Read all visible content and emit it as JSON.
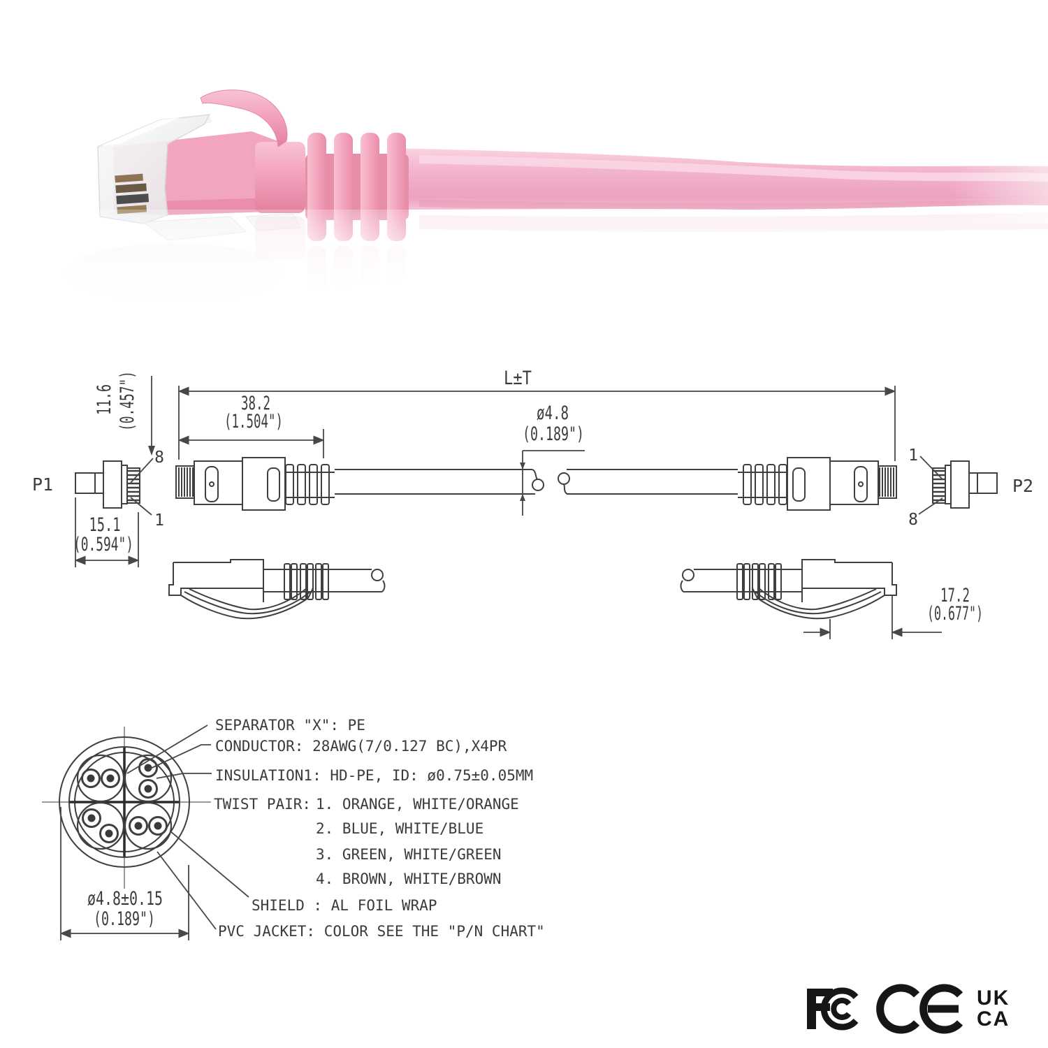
{
  "photo": {
    "subject": "pink-snagless-rj45-patch-cable-closeup",
    "colors": {
      "boot_pink": "#f2a0ba",
      "boot_highlight": "#f8c3d3",
      "boot_shadow": "#e2809e",
      "cable_pink": "#f2b5cd",
      "connector_clear": "#f0f2f4",
      "contacts_gold": "#7c5f38"
    }
  },
  "diagram": {
    "connector_labels": {
      "p1": "P1",
      "p2": "P2"
    },
    "pin_labels": {
      "left_top": "8",
      "left_bottom": "1",
      "right_top": "1",
      "right_bottom": "8"
    },
    "dimensions": {
      "overall_length": "L±T",
      "plug_length_mm": "38.2",
      "plug_length_in": "(1.504\")",
      "cable_od_mm": "ø4.8",
      "cable_od_in": "(0.189\")",
      "plug_height_mm": "11.6",
      "plug_height_in": "(0.457\")",
      "plug_width_mm": "15.1",
      "plug_width_in": "(0.594\")",
      "latch_length_mm": "17.2",
      "latch_length_in": "(0.677\")"
    }
  },
  "cross_section": {
    "od_mm": "ø4.8±0.15",
    "od_in": "(0.189\")",
    "callouts": {
      "separator": "SEPARATOR \"X\": PE",
      "conductor": "CONDUCTOR: 28AWG(7/0.127 BC),X4PR",
      "insulation": "INSULATION1: HD-PE, ID: ø0.75±0.05MM",
      "twist_pair_label": "TWIST PAIR:",
      "pairs": [
        "1. ORANGE, WHITE/ORANGE",
        "2. BLUE, WHITE/BLUE",
        "3. GREEN, WHITE/GREEN",
        "4. BROWN, WHITE/BROWN"
      ],
      "shield": "SHIELD : AL FOIL WRAP",
      "pvc_jacket": "PVC JACKET: COLOR SEE THE \"P/N CHART\""
    }
  },
  "certifications": {
    "names": [
      "FCC",
      "CE",
      "UKCA"
    ],
    "ukca_line1": "UK",
    "ukca_line2": "CA"
  }
}
